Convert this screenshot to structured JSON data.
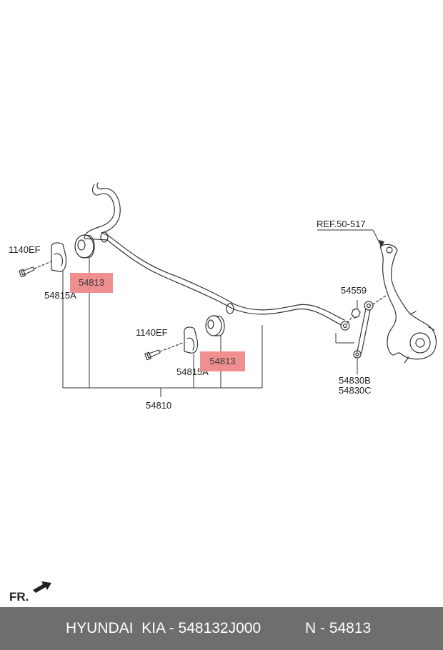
{
  "labels": {
    "ref": "REF.50-517",
    "bolt_top": "1140EF",
    "bracket_top": "54815A",
    "bushing_top": "54813",
    "bolt_mid": "1140EF",
    "bracket_mid": "54815A",
    "bushing_mid": "54813",
    "bar": "54810",
    "nut": "54559",
    "link_b": "54830B",
    "link_c": "54830C",
    "front": "FR."
  },
  "footer": {
    "left_text": "HYUNDAI  KIA - 548132J000",
    "right_text": "N - 54813"
  },
  "colors": {
    "highlight": "#f08a8a",
    "footer_bg": "#6e6e6e",
    "line": "#333333"
  }
}
